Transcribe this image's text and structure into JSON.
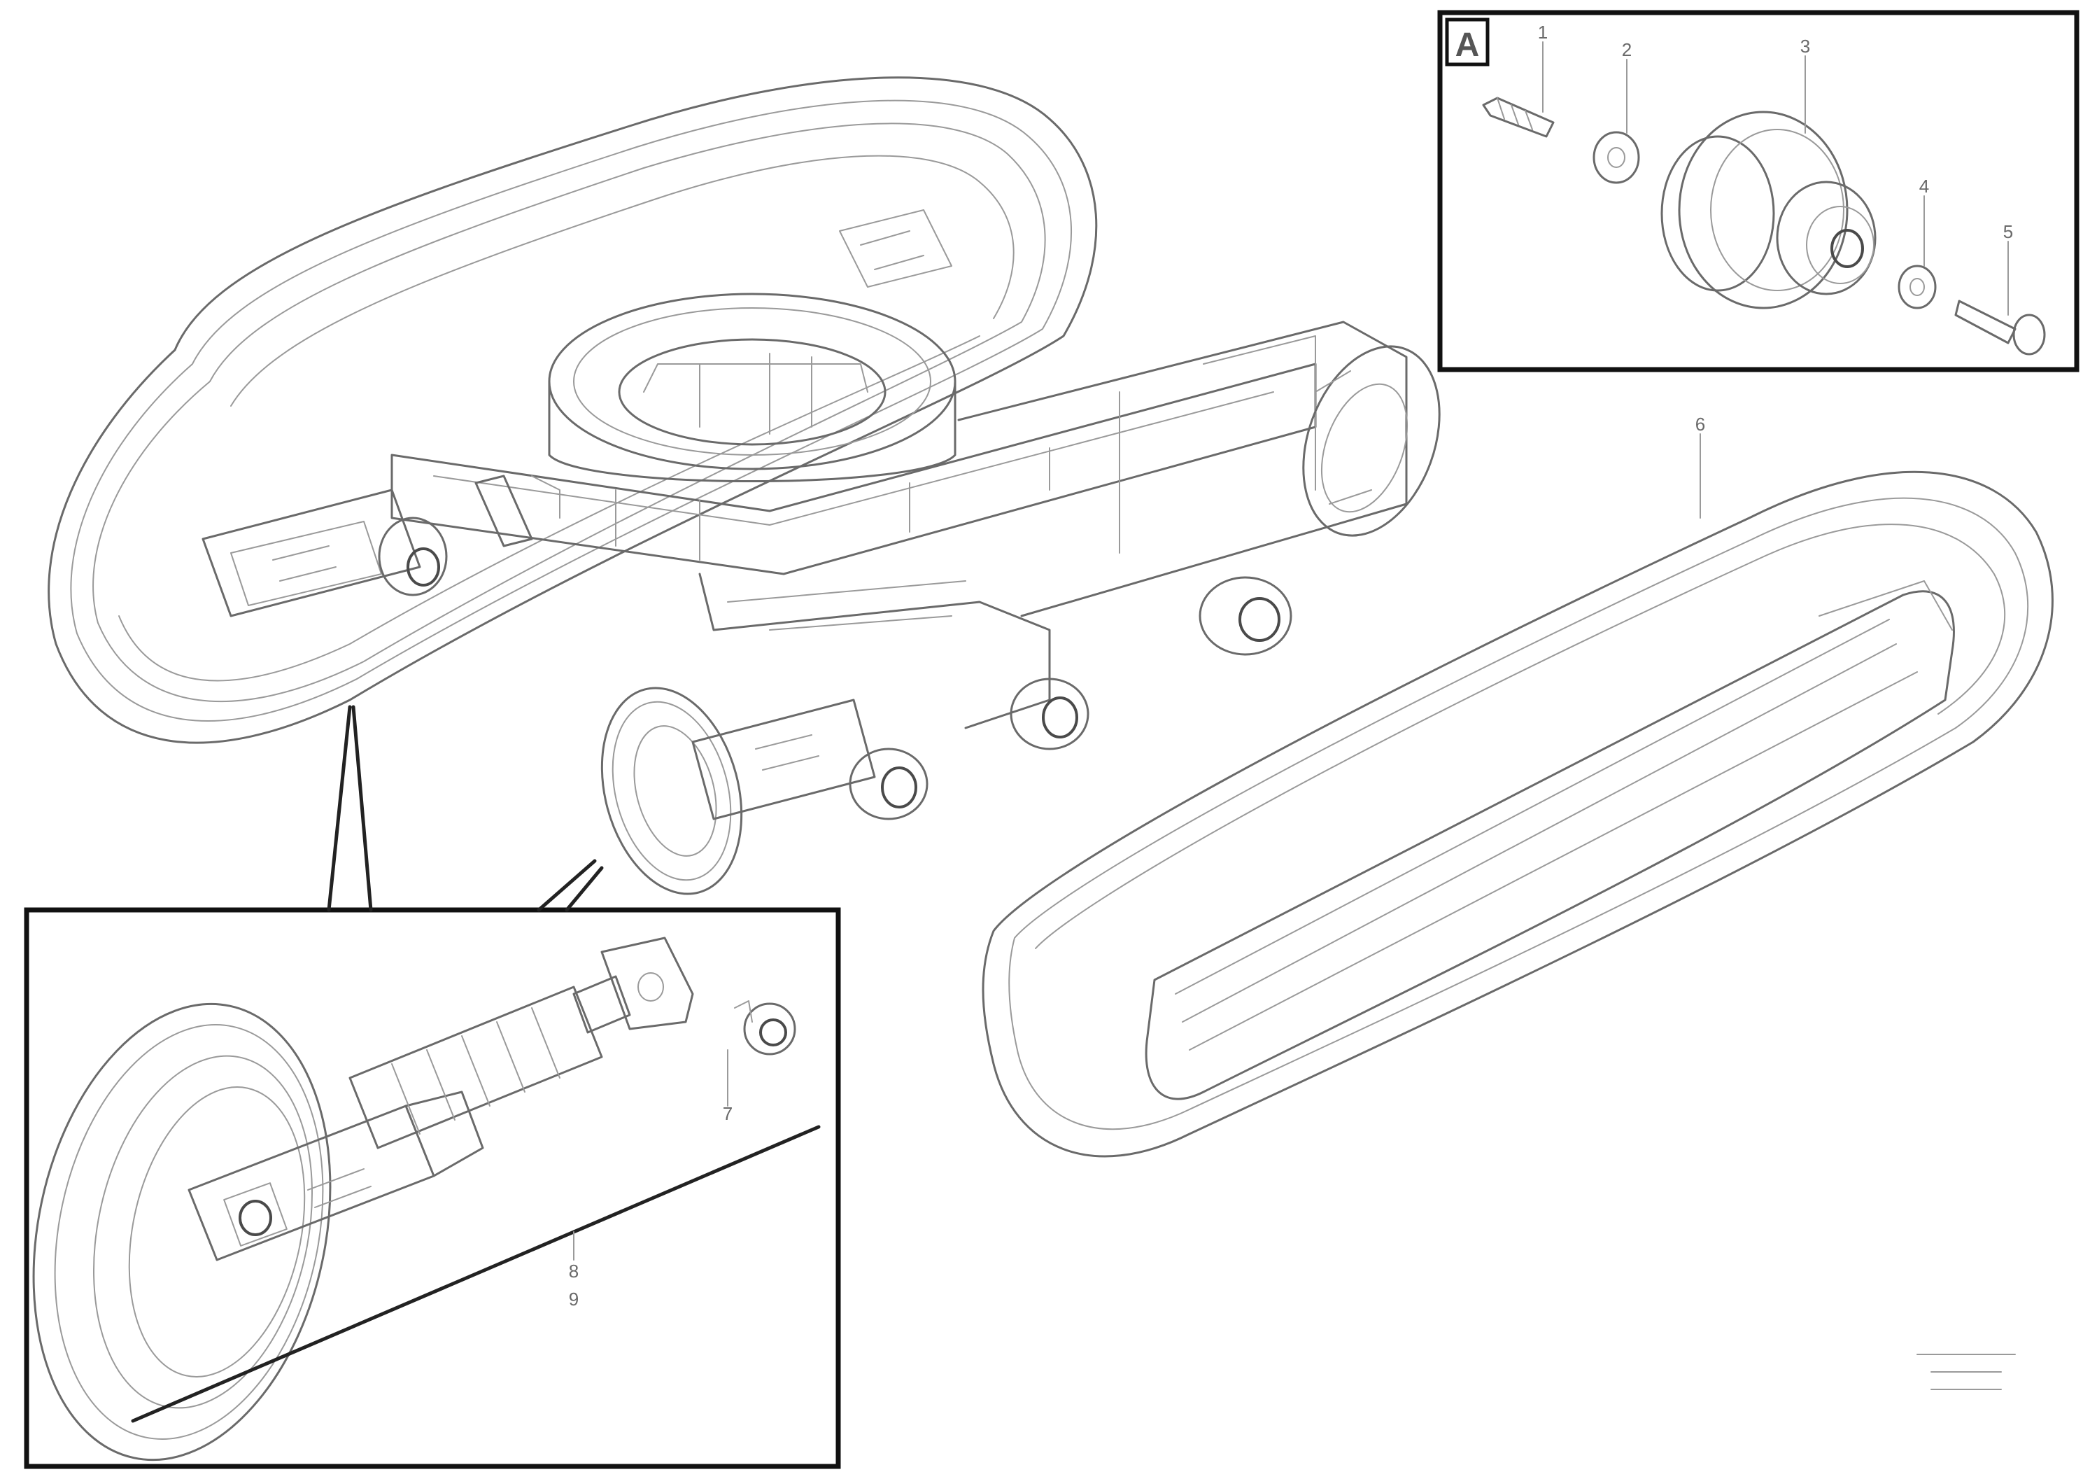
{
  "detail_views": [
    {
      "id": "A",
      "label": "A"
    }
  ],
  "callouts": [
    "1",
    "2",
    "3",
    "4",
    "5",
    "6",
    "7",
    "8",
    "9"
  ],
  "reference_code": [
    "",
    "",
    ""
  ]
}
